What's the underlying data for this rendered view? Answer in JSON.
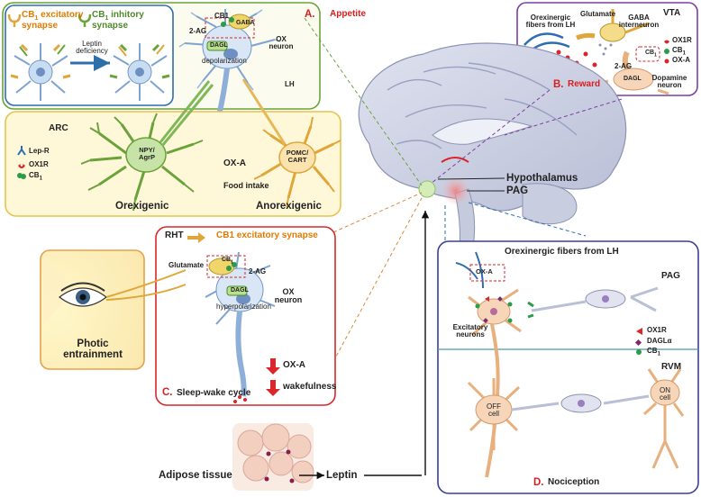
{
  "panel_a": {
    "letter": "A.",
    "title": "Appetite",
    "inset": {
      "excitatory_cb": "CB",
      "excitatory_sub": "1",
      "excitatory_rest": " excitatory",
      "excitatory_line2": "synapse",
      "inhibitory_cb": "CB",
      "inhibitory_sub": "1",
      "inhibitory_rest": " inhitory",
      "inhibitory_line2": "synapse",
      "arrow_line1": "Leptin",
      "arrow_line2": "deficiency"
    },
    "neuron": {
      "two_ag": "2-AG",
      "cb1": "CB1",
      "gaba": "GABA",
      "dagl": "DAGL",
      "depol": "depolarization",
      "ox_line1": "OX",
      "ox_line2": "neuron",
      "lh": "LH"
    },
    "arc": "ARC",
    "legend": {
      "lep_r": "Lep-R",
      "ox1r": "OX1R",
      "cb1": "CB",
      "cb1_sub": "1"
    },
    "npy_line1": "NPY/",
    "npy_line2": "AgrP",
    "pomc_line1": "POMC/",
    "pomc_line2": "CART",
    "ox_a": "OX-A",
    "food": "Food intake",
    "orexigenic": "Orexigenic",
    "anorexigenic": "Anorexigenic"
  },
  "panel_b": {
    "letter": "B.",
    "title": "Reward",
    "vta": "VTA",
    "fibers_line1": "Orexinergic",
    "fibers_line2": "fibers from LH",
    "glutamate": "Glutamate",
    "gaba_line1": "GABA",
    "gaba_line2": "interneuron",
    "cb1": "CB",
    "cb1_sub": "1",
    "two_ag": "2-AG",
    "dagl": "DAGL",
    "dop_line1": "Dopamine",
    "dop_line2": "neuron",
    "legend": {
      "ox1r": "OX1R",
      "cb1": "CB",
      "cb1_sub": "1",
      "oxa": "OX-A"
    }
  },
  "brain": {
    "hypothalamus": "Hypothalamus",
    "pag": "PAG"
  },
  "panel_c": {
    "letter": "C.",
    "title": "Sleep-wake cycle",
    "rht": "RHT",
    "cb1_excit": "CB1 excitatory synapse",
    "glutamate": "Glutamate",
    "cb1": "CB",
    "cb1_sub": "1",
    "two_ag": "2-AG",
    "dagl": "DAGL",
    "hyperpol": "hyperpolarization",
    "ox_line1": "OX",
    "ox_line2": "neuron",
    "ox_a": "OX-A",
    "wake": "wakefulness",
    "photic_line1": "Photic",
    "photic_line2": "entrainment"
  },
  "panel_d": {
    "letter": "D.",
    "title": "Nociception",
    "fibers": "Orexinergic fibers from LH",
    "pag": "PAG",
    "oxa": "OX-A",
    "legend": {
      "ox1r": "OX1R",
      "dagl": "DAGLα",
      "cb1": "CB",
      "cb1_sub": "1"
    },
    "excit_line1": "Excitatory",
    "excit_line2": "neurons",
    "rvm": "RVM",
    "off_line1": "OFF",
    "off_line2": "cell",
    "on_line1": "ON",
    "on_line2": "cell"
  },
  "bottom": {
    "adipose": "Adipose tissue",
    "leptin": "Leptin"
  },
  "colors": {
    "panel_a_border": "#6aa33a",
    "arc_border": "#e6c34a",
    "panel_b_border": "#7b3fa0",
    "panel_c_border": "#d9262a",
    "panel_d_border": "#3a3f9a",
    "eye_border": "#e7a04b",
    "red_text": "#d81e1e",
    "orange_text": "#e07b00",
    "green_text": "#4d8a2a"
  }
}
